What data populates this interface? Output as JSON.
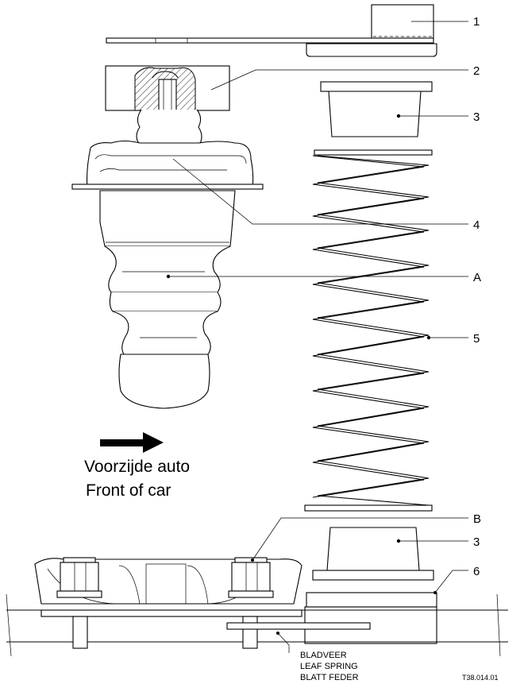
{
  "callouts": {
    "c1": "1",
    "c2": "2",
    "c3_top": "3",
    "c4": "4",
    "cA": "A",
    "c5": "5",
    "cB": "B",
    "c3_bottom": "3",
    "c6": "6"
  },
  "direction": {
    "line1": "Voorzijde auto",
    "line2": "Front of car"
  },
  "spring_label": {
    "line1": "BLADVEER",
    "line2": "LEAF SPRING",
    "line3": "BLATT FEDER"
  },
  "drawing_ref": "T38.014.01"
}
